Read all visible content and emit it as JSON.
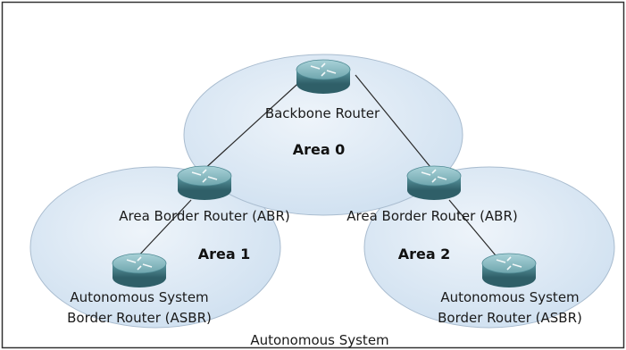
{
  "diagram": {
    "title": "Autonomous System",
    "areas": [
      {
        "name": "Area 0"
      },
      {
        "name": "Area 1"
      },
      {
        "name": "Area 2"
      }
    ],
    "routers": [
      {
        "id": "backbone",
        "label_lines": [
          "Backbone Router"
        ]
      },
      {
        "id": "abr-left",
        "label_lines": [
          "Area Border Router (ABR)"
        ]
      },
      {
        "id": "abr-right",
        "label_lines": [
          "Area Border Router (ABR)"
        ]
      },
      {
        "id": "asbr-left",
        "label_lines": [
          "Autonomous System",
          "Border Router (ASBR)"
        ]
      },
      {
        "id": "asbr-right",
        "label_lines": [
          "Autonomous System",
          "Border Router (ASBR)"
        ]
      }
    ],
    "links": [
      [
        "backbone",
        "abr-left"
      ],
      [
        "backbone",
        "abr-right"
      ],
      [
        "abr-left",
        "asbr-left"
      ],
      [
        "abr-right",
        "asbr-right"
      ]
    ],
    "colors": {
      "area_fill": "#d9e7f4",
      "area_stroke": "#a9bccf",
      "border": "#333333",
      "link": "#2b2b2b",
      "router_body": "#4f8a94",
      "router_top": "#7fb3bb"
    }
  }
}
